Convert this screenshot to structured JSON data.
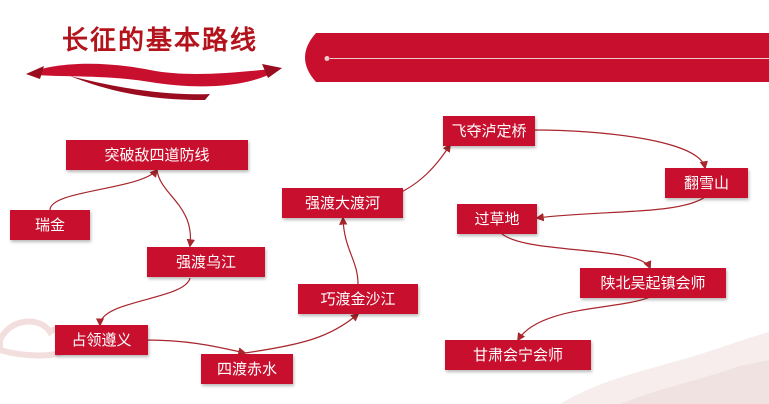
{
  "header": {
    "title": "长征的基本路线"
  },
  "colors": {
    "accent": "#c8102e",
    "title": "#b3141c",
    "connector": "#a8262c"
  },
  "route": {
    "stops": [
      {
        "id": "ruijin",
        "label": "瑞金"
      },
      {
        "id": "tupo",
        "label": "突破敌四道防线"
      },
      {
        "id": "wujiang",
        "label": "强渡乌江"
      },
      {
        "id": "zunyi",
        "label": "占领遵义"
      },
      {
        "id": "chishui",
        "label": "四渡赤水"
      },
      {
        "id": "jinsha",
        "label": "巧渡金沙江"
      },
      {
        "id": "dadu",
        "label": "强渡大渡河"
      },
      {
        "id": "luding",
        "label": "飞夺泸定桥"
      },
      {
        "id": "xueshan",
        "label": "翻雪山"
      },
      {
        "id": "caodi",
        "label": "过草地"
      },
      {
        "id": "shanbei",
        "label": "陕北吴起镇会师"
      },
      {
        "id": "gansu",
        "label": "甘肃会宁会师"
      }
    ]
  }
}
